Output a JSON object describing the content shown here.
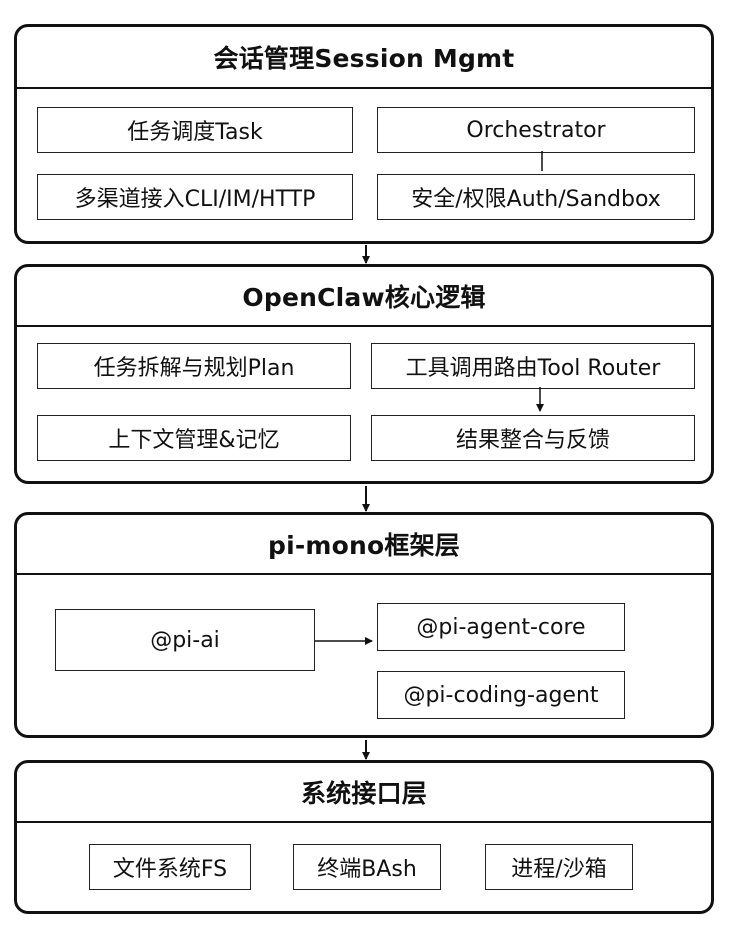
{
  "layers": [
    {
      "title": "会话管理Session Mgmt",
      "boxes": [
        "任务调度Task",
        "Orchestrator",
        "多渠道接入CLI/IM/HTTP",
        "安全/权限Auth/Sandbox"
      ]
    },
    {
      "title": "OpenClaw核心逻辑",
      "boxes": [
        "任务拆解与规划Plan",
        "工具调用路由Tool Router",
        "上下文管理&记忆",
        "结果整合与反馈"
      ]
    },
    {
      "title": "pi-mono框架层",
      "boxes": [
        "@pi-ai",
        "@pi-agent-core",
        "@pi-coding-agent"
      ]
    },
    {
      "title": "系统接口层",
      "boxes": [
        "文件系统FS",
        "终端BAsh",
        "进程/沙箱"
      ]
    }
  ]
}
